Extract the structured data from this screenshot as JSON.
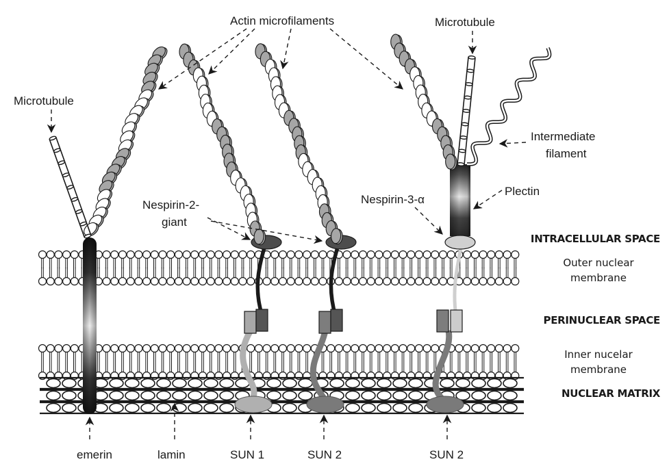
{
  "title": "Nuclear envelope LINC complex schematic",
  "colors": {
    "ink": "#1a1a1a",
    "actin_dark": "#a6a6a6",
    "actin_light": "#ffffff",
    "nesprin2_head": "#4d4d4d",
    "nesprin3_head": "#d0d0d0",
    "sun1": "#b0b0b0",
    "sun2": "#7a7a7a",
    "kash_dark": "#555555",
    "kash_light_sun1": "#a8a8a8",
    "kash_light_nesprin3": "#cccccc",
    "nesprin3_tail": "#cfcfcf"
  },
  "labels": {
    "actin_microfilaments": "Actin microfilaments",
    "microtubule_left": "Microtubule",
    "microtubule_right": "Microtubule",
    "intermediate_filament_1": "Intermediate",
    "intermediate_filament_2": "filament",
    "plectin": "Plectin",
    "nesprin2_line1": "Nespirin-2-",
    "nesprin2_line2": "giant",
    "nesprin3": "Nespirin-3-α",
    "emerin": "emerin",
    "lamin": "lamin",
    "sun1": "SUN 1",
    "sun2_a": "SUN 2",
    "sun2_b": "SUN 2"
  },
  "regions": {
    "intracellular": "INTRACELLULAR SPACE",
    "outer_membrane_1": "Outer nuclear",
    "outer_membrane_2": "membrane",
    "perinuclear": "PERINUCLEAR SPACE",
    "inner_membrane_1": "Inner nucelar",
    "inner_membrane_2": "membrane",
    "nuclear_matrix": "NUCLEAR MATRIX"
  }
}
